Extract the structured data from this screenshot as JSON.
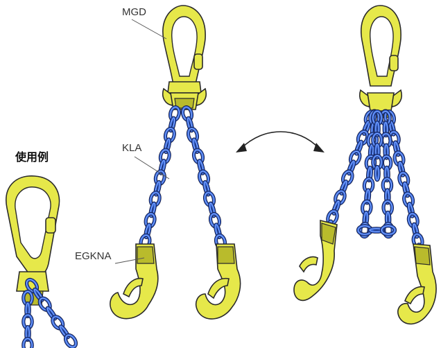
{
  "labels": {
    "master_link": "MGD",
    "chain": "KLA",
    "hook": "EGKNA",
    "usage_example": "使用例"
  },
  "colors": {
    "component_yellow": "#e6e84a",
    "chain_blue": "#2d5fd4",
    "outline": "#2a2a2a"
  },
  "icons": {
    "swap_arrow": "curved-double-arrow"
  }
}
